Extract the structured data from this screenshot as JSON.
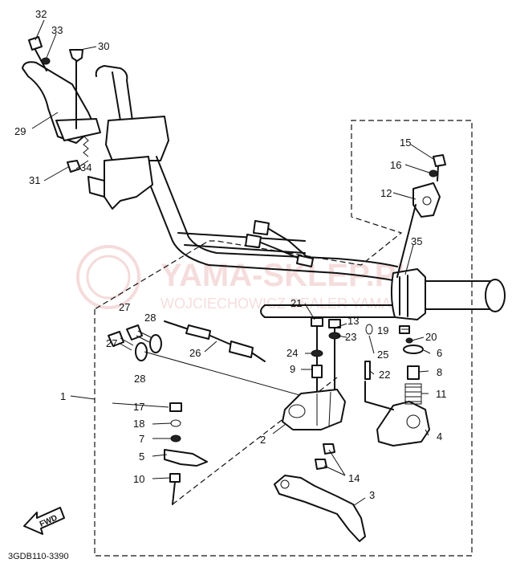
{
  "watermark": {
    "main": "YAMA-SKLEP.PL",
    "sub": "WOJCIECHOWICZ DEALER YAMAHA"
  },
  "diagram_code": "3GDB110-3390",
  "fwd_label": "FWD",
  "callouts": {
    "c1": "1",
    "c2": "2",
    "c3": "3",
    "c4": "4",
    "c5": "5",
    "c6": "6",
    "c7": "7",
    "c8": "8",
    "c9": "9",
    "c10": "10",
    "c11": "11",
    "c12": "12",
    "c13": "13",
    "c14": "14",
    "c15": "15",
    "c16": "16",
    "c17": "17",
    "c18": "18",
    "c19": "19",
    "c20": "20",
    "c21": "21",
    "c22": "22",
    "c23": "23",
    "c24": "24",
    "c25": "25",
    "c26": "26",
    "c27a": "27",
    "c27b": "27",
    "c28a": "28",
    "c28b": "28",
    "c29": "29",
    "c30": "30",
    "c31": "31",
    "c32": "32",
    "c33": "33",
    "c34": "34",
    "c35": "35"
  }
}
